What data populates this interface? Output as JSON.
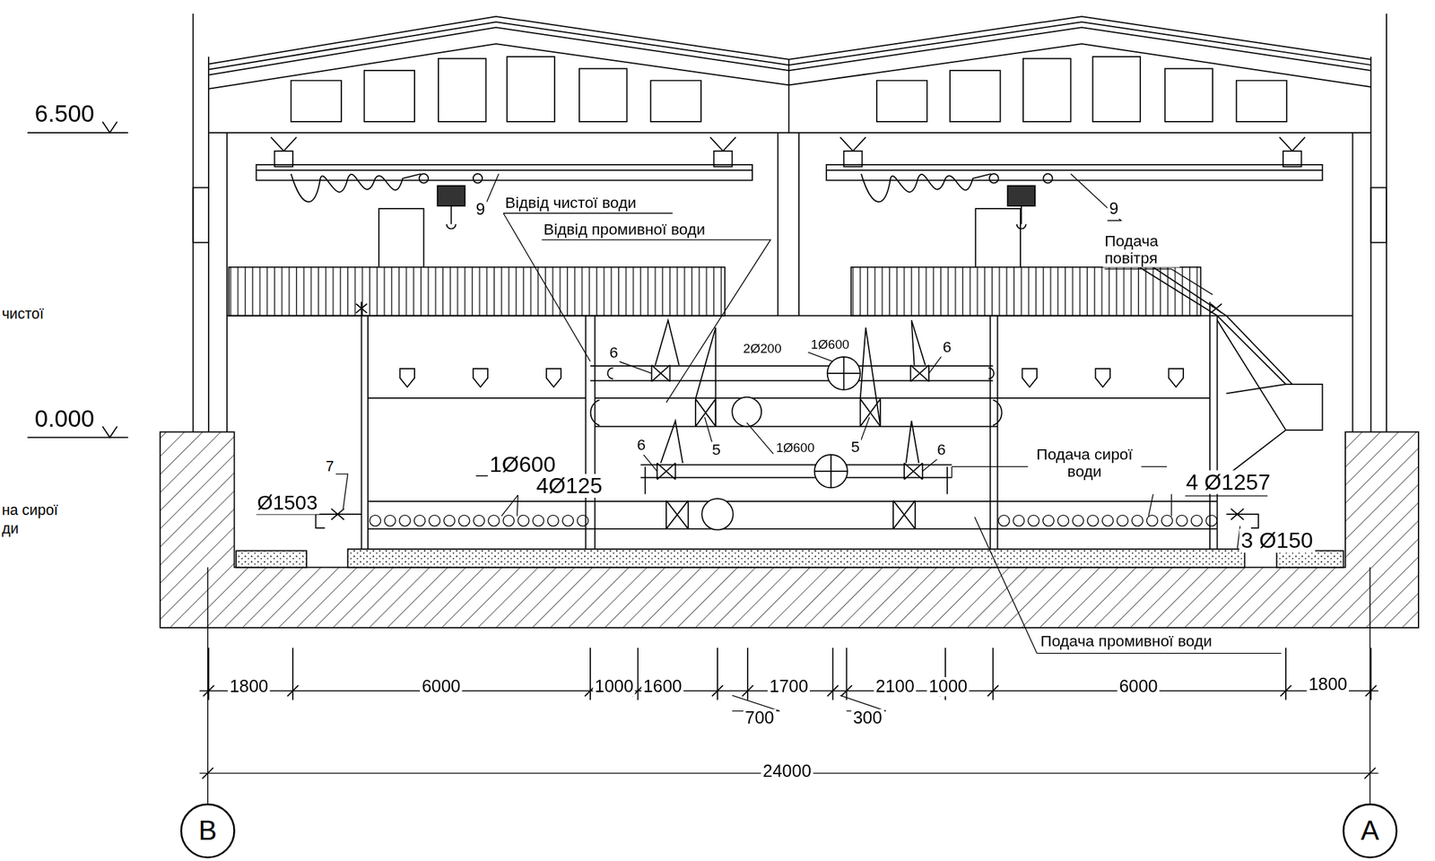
{
  "diagram": {
    "nodes": [
      {
        "text": [
          "В"
        ]
      },
      {
        "text": [
          "А"
        ]
      }
    ],
    "labels": [
      "6.500",
      "0.000",
      "чистої",
      "на сирої",
      "ди",
      "9",
      "9",
      "Відвід чистої води",
      "Відвід промивної води",
      "Подача повітря",
      "6",
      "2Ø200",
      "1Ø600",
      "6",
      "6",
      "5",
      "1Ø600",
      "5",
      "6",
      "Подача сирої води",
      "7",
      "1Ø600",
      "4Ø125",
      "Ø1503",
      "4 Ø1257",
      "3 Ø150",
      "Подача промивної води",
      "1800",
      "6000",
      "1000",
      "1600",
      "1700",
      "2100",
      "1000",
      "6000",
      "1800",
      "700",
      "300",
      "24000"
    ]
  }
}
